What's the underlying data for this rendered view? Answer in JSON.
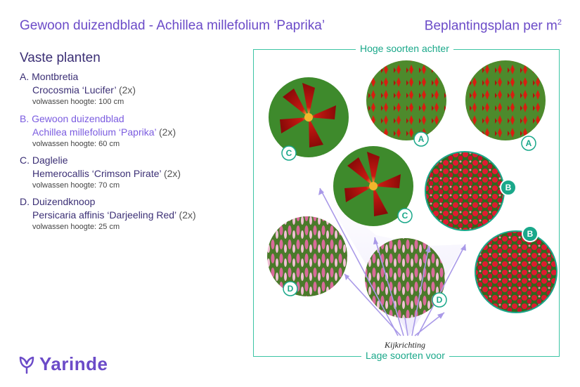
{
  "header": {
    "title": "Gewoon duizendblad - Achillea millefolium ‘Paprika’",
    "plan_label": "Beplantingsplan per m",
    "plan_sup": "2"
  },
  "section_title": "Vaste planten",
  "plants": [
    {
      "letter": "A.",
      "common": "Montbretia",
      "latin": "Crocosmia ‘Lucifer’",
      "qty": "(2x)",
      "height": "volwassen hoogte: 100 cm"
    },
    {
      "letter": "B.",
      "common": "Gewoon duizendblad",
      "latin": "Achillea millefolium ‘Paprika’",
      "qty": "(2x)",
      "height": "volwassen hoogte: 60 cm"
    },
    {
      "letter": "C.",
      "common": "Daglelie",
      "latin": "Hemerocallis ‘Crimson Pirate’",
      "qty": "(2x)",
      "height": "volwassen hoogte: 70 cm"
    },
    {
      "letter": "D.",
      "common": "Duizendknoop",
      "latin": "Persicaria affinis ‘Darjeeling Red’",
      "qty": "(2x)",
      "height": "volwassen hoogte: 25 cm"
    }
  ],
  "plan": {
    "top_label": "Hoge soorten achter",
    "bottom_label": "Lage soorten voor",
    "view_label": "Kijkrichting",
    "badges": [
      "C",
      "A",
      "A",
      "C",
      "B",
      "B",
      "D",
      "D"
    ]
  },
  "brand": {
    "name": "Yarinde"
  },
  "colors": {
    "accent": "#6b4bc8",
    "badge": "#1aa88a",
    "frame": "#3cc4a4"
  }
}
